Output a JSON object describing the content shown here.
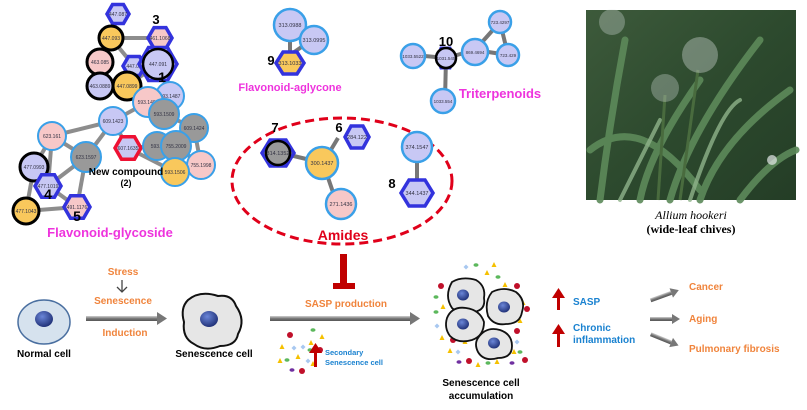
{
  "clusters": {
    "flavonoid_glycoside": {
      "label": "Flavonoid-glycoside",
      "nodes": [
        {
          "id": "n1",
          "label": "447.087",
          "shape": "hex",
          "fill": "#c8c8f4",
          "border": "#3333dd"
        },
        {
          "id": "n2",
          "label": "447.093",
          "shape": "circle",
          "fill": "#f9c85c",
          "border": "#000000"
        },
        {
          "id": "n3",
          "label": "461.1068",
          "shape": "hex",
          "fill": "#f7c8c8",
          "border": "#3333dd"
        },
        {
          "id": "n4",
          "label": "463.085",
          "shape": "circle",
          "fill": "#f7c8c8",
          "border": "#000000"
        },
        {
          "id": "n5",
          "label": "447.09",
          "shape": "hex",
          "fill": "#c8c8f4",
          "border": "#3333dd"
        },
        {
          "id": "n6",
          "label": "447.091",
          "shape": "hexcircle",
          "fill": "#c8c8f4",
          "border": "#000000"
        },
        {
          "id": "n7",
          "label": "463.0889",
          "shape": "circle",
          "fill": "#c8c8f4",
          "border": "#000000"
        },
        {
          "id": "n8",
          "label": "447.0899",
          "shape": "circle",
          "fill": "#f9c85c",
          "border": "#000000"
        },
        {
          "id": "n9",
          "label": "593.1487",
          "shape": "circle",
          "fill": "#c8c8f4",
          "border": "#3aa0e8"
        },
        {
          "id": "n10",
          "label": "593.1497",
          "shape": "circle",
          "fill": "#f7c8c8",
          "border": "#3aa0e8"
        },
        {
          "id": "n11",
          "label": "593.1509",
          "shape": "circle",
          "fill": "#999999",
          "border": "#3aa0e8"
        },
        {
          "id": "n12",
          "label": "609.1423",
          "shape": "circle",
          "fill": "#c8c8f4",
          "border": "#3aa0e8"
        },
        {
          "id": "n13",
          "label": "609.1424",
          "shape": "circle",
          "fill": "#999999",
          "border": "#3aa0e8"
        },
        {
          "id": "n14",
          "label": "623.161",
          "shape": "circle",
          "fill": "#f7c8c8",
          "border": "#3aa0e8"
        },
        {
          "id": "n15",
          "label": "607.1635",
          "shape": "hex",
          "fill": "#c8c8f4",
          "border": "#ee1133"
        },
        {
          "id": "n16",
          "label": "593.1",
          "shape": "circle",
          "fill": "#999999",
          "border": "#3aa0e8"
        },
        {
          "id": "n17",
          "label": "755.2009",
          "shape": "circle",
          "fill": "#999999",
          "border": "#3aa0e8"
        },
        {
          "id": "n18",
          "label": "755.1998",
          "shape": "circle",
          "fill": "#f7c8c8",
          "border": "#3aa0e8"
        },
        {
          "id": "n19",
          "label": "593.1506",
          "shape": "circle",
          "fill": "#f9c85c",
          "border": "#3aa0e8"
        },
        {
          "id": "n20",
          "label": "623.1597",
          "shape": "circle",
          "fill": "#999999",
          "border": "#3aa0e8"
        },
        {
          "id": "n21",
          "label": "477.0993",
          "shape": "circle",
          "fill": "#c8c8f4",
          "border": "#000000"
        },
        {
          "id": "n22",
          "label": "477.1019",
          "shape": "hex",
          "fill": "#c8c8f4",
          "border": "#3333dd"
        },
        {
          "id": "n23",
          "label": "477.1043",
          "shape": "circle",
          "fill": "#f9c85c",
          "border": "#000000"
        },
        {
          "id": "n24",
          "label": "491.1176",
          "shape": "hex",
          "fill": "#f7c8c8",
          "border": "#3333dd"
        }
      ],
      "compound_numbers": [
        "1",
        "3",
        "4",
        "5"
      ],
      "new_compound_label": "New compound",
      "new_compound_number": "(2)"
    },
    "flavonoid_aglycone": {
      "label": "Flavonoid-aglycone",
      "number": "9",
      "nodes": [
        {
          "label": "313.0988"
        },
        {
          "label": "313.0995"
        },
        {
          "label": "313.1033"
        }
      ]
    },
    "triterpenoids": {
      "label": "Triterpenoids",
      "number": "10",
      "nodes": [
        {
          "label": "723.4297"
        },
        {
          "label": "869.4694"
        },
        {
          "label": "723.429"
        },
        {
          "label": "1033.5522"
        },
        {
          "label": "1031.545"
        },
        {
          "label": "1033.554"
        }
      ]
    },
    "amides": {
      "label": "Amides",
      "numbers": [
        "7",
        "6",
        "8"
      ],
      "nodes": [
        {
          "label": "314.1352"
        },
        {
          "label": "284.122"
        },
        {
          "label": "300.1437"
        },
        {
          "label": "271.1436"
        },
        {
          "label": "374.1547"
        },
        {
          "label": "344.1437"
        }
      ]
    }
  },
  "plant": {
    "species": "Allium hookeri",
    "common_name": "(wide-leaf chives)"
  },
  "pathway": {
    "normal_cell": "Normal cell",
    "stress": "Stress",
    "induction_line1": "Senescence",
    "induction_line2": "Induction",
    "senescence_cell": "Senescence cell",
    "sasp_production": "SASP production",
    "secondary_line1": "Secondary",
    "secondary_line2": "Senescence cell",
    "accumulation_line1": "Senescence cell",
    "accumulation_line2": "accumulation",
    "sasp": "SASP",
    "chronic_line1": "Chronic",
    "chronic_line2": "inflammation",
    "outcomes": [
      "Cancer",
      "Aging",
      "Pulmonary fibrosis"
    ]
  },
  "colors": {
    "orange": "#f0843c",
    "blue": "#1a82d0",
    "magenta": "#ee33dd",
    "red": "#e0001a",
    "darkred": "#c00000"
  }
}
